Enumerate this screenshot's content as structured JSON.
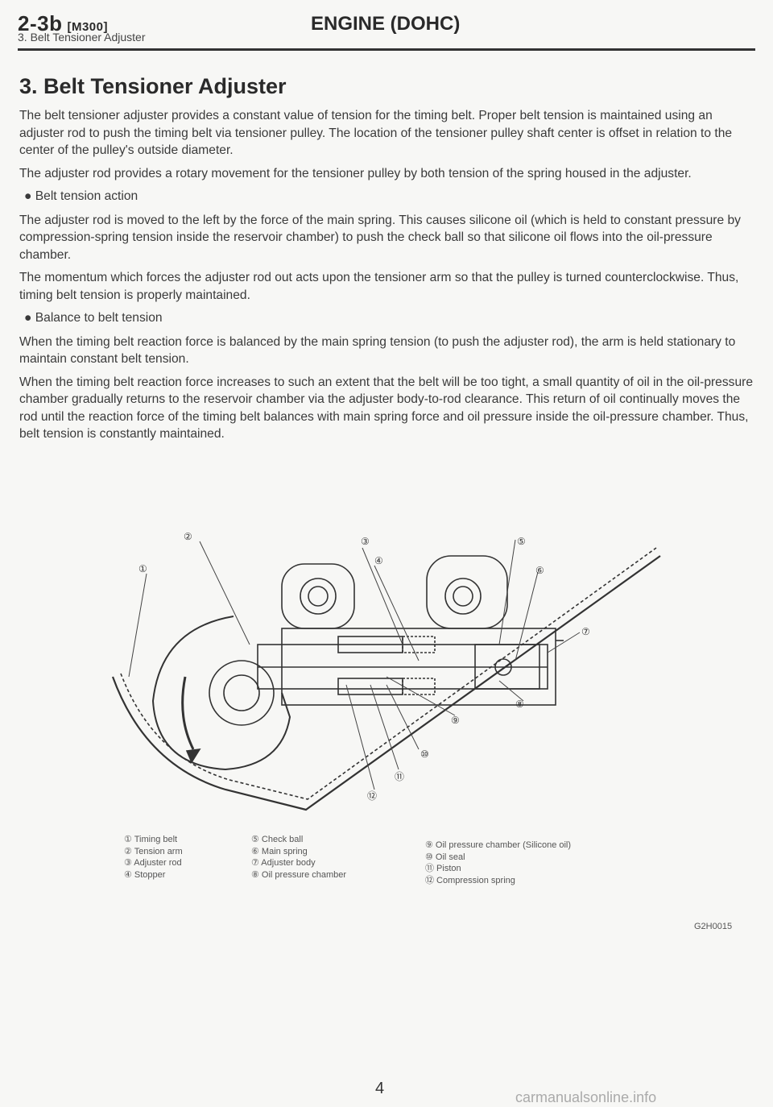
{
  "header": {
    "code": "2-3b",
    "model": "[M300]",
    "subtitle": "3. Belt Tensioner Adjuster",
    "title": "ENGINE (DOHC)"
  },
  "section_title": "3. Belt Tensioner Adjuster",
  "paragraphs": [
    "The belt tensioner adjuster provides a constant value of tension for the timing belt. Proper belt tension is maintained using an adjuster rod to push the timing belt via tensioner pulley. The location of the tensioner pulley shaft center is offset in relation to the center of the pulley's outside diameter.",
    "The adjuster rod provides a rotary movement for the tensioner pulley by both tension of the spring housed in the adjuster."
  ],
  "bullet1": "Belt tension action",
  "paragraphs2": [
    "The adjuster rod is moved to the left by the force of the main spring. This causes silicone oil (which is held to constant pressure by compression-spring tension inside the reservoir chamber) to push the check ball so that silicone oil flows into the oil-pressure chamber.",
    "The momentum which forces the adjuster rod out acts upon the tensioner arm so that the pulley is turned counterclockwise. Thus, timing belt tension is properly maintained."
  ],
  "bullet2": "Balance to belt tension",
  "paragraphs3": [
    "When the timing belt reaction force is balanced by the main spring tension (to push the adjuster rod), the arm is held stationary to maintain constant belt tension.",
    "When the timing belt reaction force increases to such an extent that the belt will be too tight, a small quantity of oil in the oil-pressure chamber gradually returns to the reservoir chamber via the adjuster body-to-rod clearance. This return of oil continually moves the rod until the reaction force of the timing belt balances with main spring force and oil pressure inside the oil-pressure chamber. Thus, belt tension is constantly maintained."
  ],
  "diagram_callouts": [
    "①",
    "②",
    "③",
    "④",
    "⑤",
    "⑥",
    "⑦",
    "⑧",
    "⑨",
    "⑩",
    "⑪",
    "⑫"
  ],
  "legend": {
    "col1": [
      "① Timing belt",
      "② Tension arm",
      "③ Adjuster rod",
      "④ Stopper"
    ],
    "col2": [
      "⑤ Check ball",
      "⑥ Main spring",
      "⑦ Adjuster body",
      "⑧ Oil pressure chamber"
    ],
    "col3": [
      "⑨ Oil pressure chamber (Silicone oil)",
      "⑩ Oil seal",
      "⑪ Piston",
      "⑫ Compression spring"
    ]
  },
  "figure_code": "G2H0015",
  "page_number": "4",
  "watermark": "carmanualsonline.info"
}
